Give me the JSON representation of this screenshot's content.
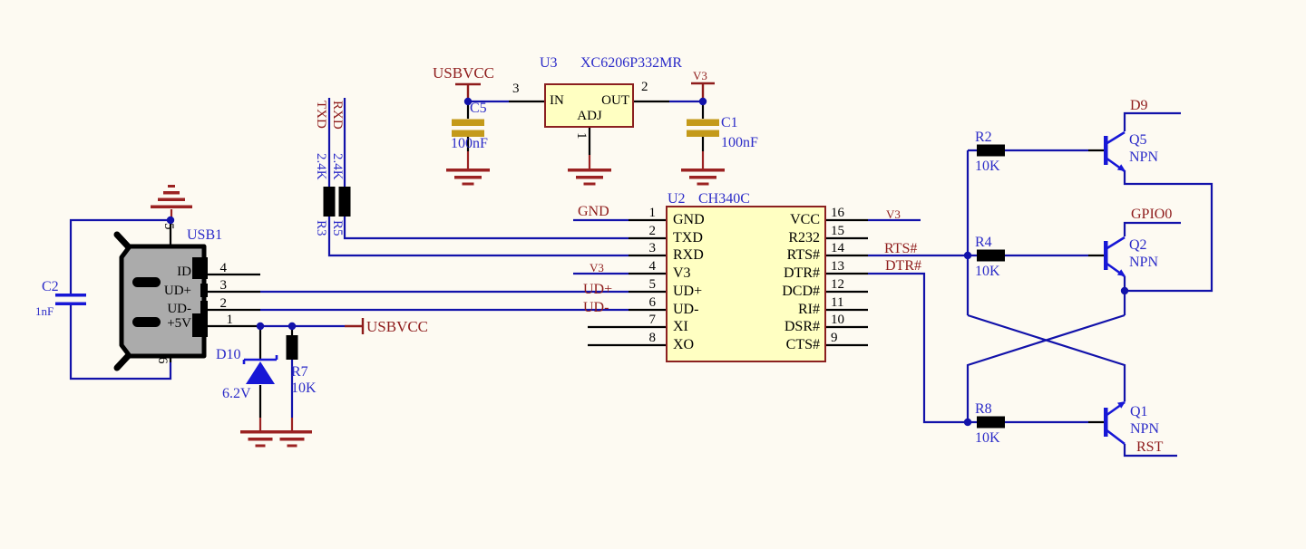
{
  "colors": {
    "background": "#fdfaf2",
    "wire_blue": "#1212aa",
    "device_blue": "#1717d6",
    "label_blue": "#2b2bc8",
    "net_red": "#8e1b1b",
    "ground_red": "#9b2222",
    "ic_fill": "#ffffc2",
    "ic_border": "#8b2020",
    "cap_gold": "#c49a1a",
    "usb_gray": "#ababab"
  },
  "u3": {
    "ref": "U3",
    "part": "XC6206P332MR",
    "in": "IN",
    "out": "OUT",
    "adj": "ADJ",
    "pin3": "3",
    "pin2": "2",
    "pin1": "1"
  },
  "c5": {
    "ref": "C5",
    "value": "100nF"
  },
  "c1": {
    "ref": "C1",
    "value": "100nF"
  },
  "c2": {
    "ref": "C2",
    "value": "1nF"
  },
  "usb": {
    "ref": "USB1",
    "pin4": "4",
    "pin3": "3",
    "pin2": "2",
    "pin1": "1",
    "pin5": "5",
    "pin6": "6",
    "id": "ID",
    "udp": "UD+",
    "udm": "UD-",
    "v5": "+5V"
  },
  "r3": {
    "ref": "R3",
    "value": "2.4K"
  },
  "r5": {
    "ref": "R5",
    "value": "2.4K"
  },
  "r7": {
    "ref": "R7",
    "value": "10K"
  },
  "d10": {
    "ref": "D10",
    "value": "6.2V"
  },
  "r2": {
    "ref": "R2",
    "value": "10K"
  },
  "r4": {
    "ref": "R4",
    "value": "10K"
  },
  "r8": {
    "ref": "R8",
    "value": "10K"
  },
  "q5": {
    "ref": "Q5",
    "type": "NPN"
  },
  "q2": {
    "ref": "Q2",
    "type": "NPN"
  },
  "q1": {
    "ref": "Q1",
    "type": "NPN"
  },
  "u2": {
    "ref": "U2",
    "part": "CH340C",
    "left_pins": [
      {
        "num": "1",
        "name": "GND"
      },
      {
        "num": "2",
        "name": "TXD"
      },
      {
        "num": "3",
        "name": "RXD"
      },
      {
        "num": "4",
        "name": "V3"
      },
      {
        "num": "5",
        "name": "UD+"
      },
      {
        "num": "6",
        "name": "UD-"
      },
      {
        "num": "7",
        "name": "XI"
      },
      {
        "num": "8",
        "name": "XO"
      }
    ],
    "right_pins": [
      {
        "num": "16",
        "name": "VCC"
      },
      {
        "num": "15",
        "name": "R232"
      },
      {
        "num": "14",
        "name": "RTS#"
      },
      {
        "num": "13",
        "name": "DTR#"
      },
      {
        "num": "12",
        "name": "DCD#"
      },
      {
        "num": "11",
        "name": "RI#"
      },
      {
        "num": "10",
        "name": "DSR#"
      },
      {
        "num": "9",
        "name": "CTS#"
      }
    ]
  },
  "nets": {
    "usbvcc_top": "USBVCC",
    "usbvcc_usb": "USBVCC",
    "txd": "TXD",
    "rxd": "RXD",
    "v3_reg": "V3",
    "gnd": "GND",
    "v3_pin4": "V3",
    "udp": "UD+",
    "udm": "UD-",
    "v3_vcc": "V3",
    "rts": "RTS#",
    "dtr": "DTR#",
    "d9": "D9",
    "gpio0": "GPIO0",
    "rst": "RST"
  }
}
